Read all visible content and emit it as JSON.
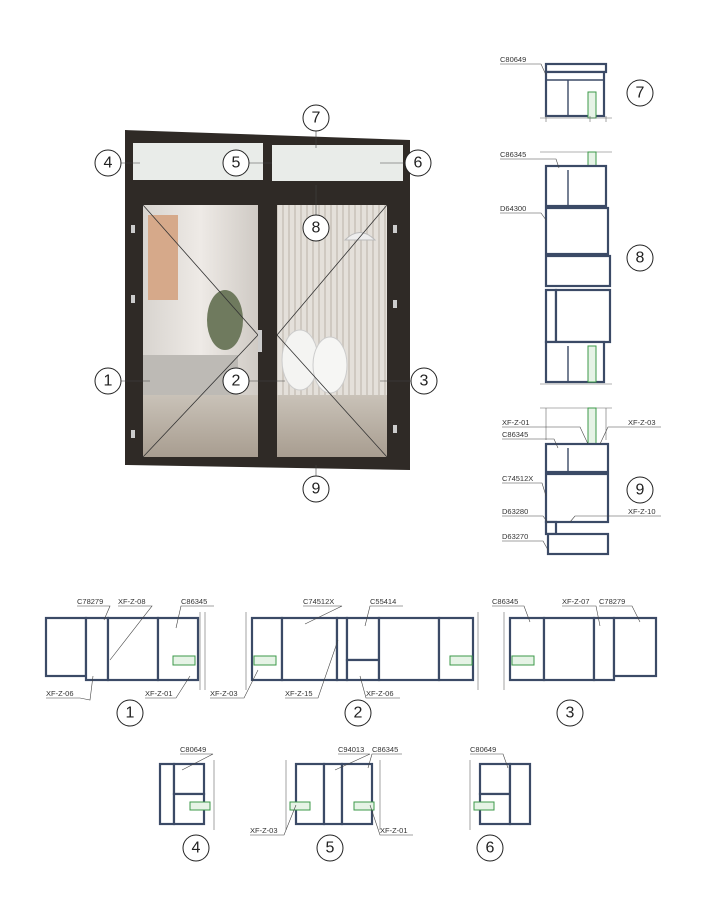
{
  "door_callouts": {
    "n1": "1",
    "n2": "2",
    "n3": "3",
    "n4": "4",
    "n5": "5",
    "n6": "6",
    "n7": "7",
    "n8": "8",
    "n9": "9"
  },
  "detail_7": {
    "number": "7",
    "labels": [
      "C80649"
    ]
  },
  "detail_8": {
    "number": "8",
    "labels": [
      "C86345",
      "D64300"
    ]
  },
  "detail_9": {
    "number": "9",
    "labels": [
      "XF-Z-01",
      "XF-Z-03",
      "C86345",
      "C74512X",
      "D63280",
      "XF-Z-10",
      "D63270"
    ]
  },
  "detail_1": {
    "number": "1",
    "labels": [
      "C78279",
      "XF-Z-08",
      "C86345",
      "XF-Z-06",
      "XF-Z-01"
    ]
  },
  "detail_2": {
    "number": "2",
    "labels": [
      "C74512X",
      "C55414",
      "XF-Z-03",
      "XF-Z-15",
      "XF-Z-06"
    ]
  },
  "detail_3": {
    "number": "3",
    "labels": [
      "C86345",
      "XF-Z-07",
      "C78279"
    ]
  },
  "detail_4": {
    "number": "4",
    "labels": [
      "C80649"
    ]
  },
  "detail_5": {
    "number": "5",
    "labels": [
      "C94013",
      "C86345",
      "XF-Z-03",
      "XF-Z-01"
    ]
  },
  "detail_6": {
    "number": "6",
    "labels": [
      "C80649"
    ]
  },
  "colors": {
    "frame": "#2f2a26",
    "profile": "#3b4a66",
    "glass": "#3c9a4a"
  }
}
